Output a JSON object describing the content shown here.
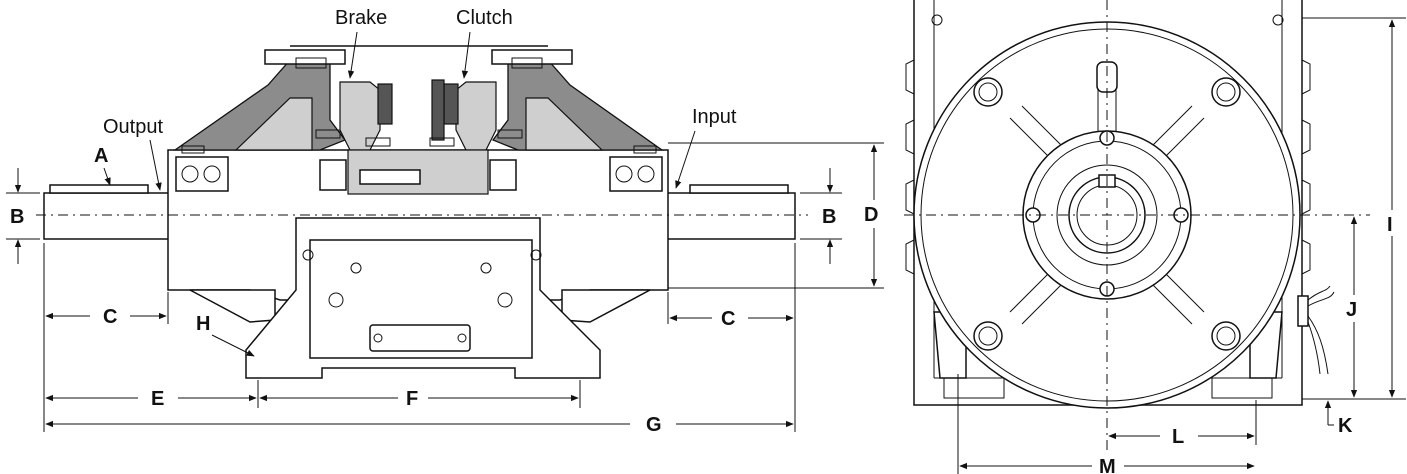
{
  "side_view": {
    "component_labels": {
      "brake": "Brake",
      "clutch": "Clutch",
      "output": "Output",
      "input": "Input"
    },
    "dimensions": {
      "a": "A",
      "b_left": "B",
      "b_right": "B",
      "c_left": "C",
      "c_right": "C",
      "d": "D",
      "e": "E",
      "f": "F",
      "g": "G",
      "h": "H"
    }
  },
  "end_view": {
    "dimensions": {
      "i": "I",
      "j": "J",
      "k": "K",
      "l": "L",
      "m": "M"
    }
  }
}
